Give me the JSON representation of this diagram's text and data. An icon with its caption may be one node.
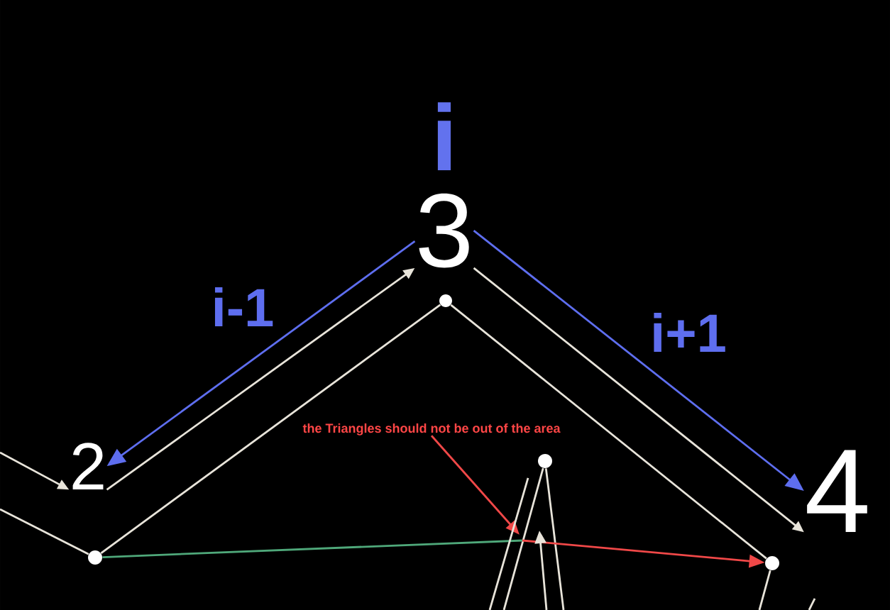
{
  "diagram": {
    "nodes": [
      {
        "text": [
          "3"
        ],
        "beside": [
          "i"
        ]
      },
      {
        "text": [
          "2"
        ]
      },
      {
        "text": [
          "4"
        ]
      },
      {
        "text": [
          "the Triangles should not be out of the area"
        ]
      },
      {
        "text": [],
        "shape": "circle"
      },
      {
        "text": [],
        "shape": "circle"
      },
      {
        "text": [],
        "shape": "circle"
      },
      {
        "text": [],
        "shape": "circle"
      }
    ],
    "edges": [
      {
        "from": 4,
        "to": 5,
        "arrow": "none"
      },
      {
        "from": 5,
        "to": 7,
        "arrow": "none"
      },
      {
        "from": null,
        "to": 4,
        "arrow": "none"
      },
      {
        "from": 7,
        "to": null,
        "arrow": "none"
      },
      {
        "from": 6,
        "to": null,
        "arrow": "none"
      },
      {
        "from": 6,
        "to": null,
        "arrow": "none"
      },
      {
        "from": null,
        "to": 1,
        "arrow": "to"
      },
      {
        "from": 1,
        "to": 0,
        "arrow": "to"
      },
      {
        "from": 0,
        "to": 2,
        "arrow": "to"
      },
      {
        "from": 0,
        "to": 1,
        "arrow": "to",
        "label": "i-1",
        "color": "#5e6eef"
      },
      {
        "from": 0,
        "to": 2,
        "arrow": "to",
        "label": "i+1",
        "color": "#5e6eef"
      },
      {
        "from": 4,
        "to": null,
        "arrow": "none",
        "color": "#4fa87a"
      },
      {
        "from": null,
        "to": 7,
        "arrow": "to",
        "color": "#f04848"
      },
      {
        "from": 3,
        "to": null,
        "arrow": "to",
        "color": "#f04848"
      }
    ]
  }
}
